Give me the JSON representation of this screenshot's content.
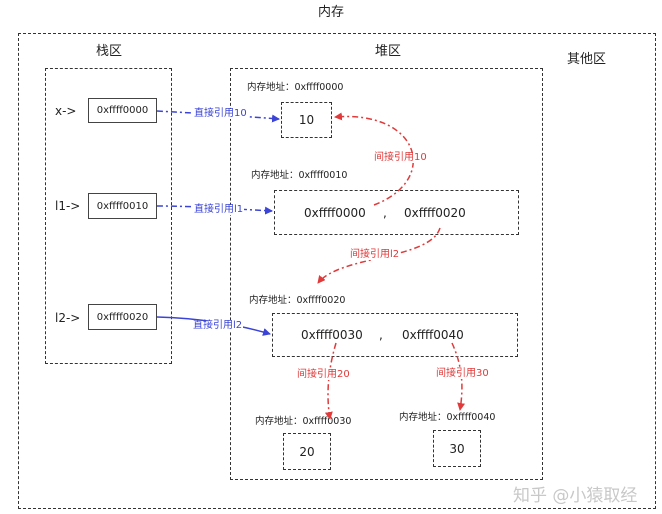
{
  "title": "内存",
  "regions": {
    "stack": "栈区",
    "heap": "堆区",
    "other": "其他区"
  },
  "stack_vars": [
    {
      "name": "x->",
      "addr": "0xffff0000"
    },
    {
      "name": "l1->",
      "addr": "0xffff0010"
    },
    {
      "name": "l2->",
      "addr": "0xffff0020"
    }
  ],
  "heap_objects": {
    "obj0": {
      "addr_label": "内存地址：0xffff0000",
      "value": "10"
    },
    "obj1": {
      "addr_label": "内存地址：0xffff0010",
      "v1": "0xffff0000",
      "sep": ",",
      "v2": "0xffff0020"
    },
    "obj2": {
      "addr_label": "内存地址：0xffff0020",
      "v1": "0xffff0030",
      "sep": ",",
      "v2": "0xffff0040"
    },
    "obj3": {
      "addr_label": "内存地址：0xffff0030",
      "value": "20"
    },
    "obj4": {
      "addr_label": "内存地址：0xffff0040",
      "value": "30"
    }
  },
  "direct_refs": [
    "直接引用10",
    "直接引用l1",
    "直接引用l2"
  ],
  "indirect_refs": [
    "间接引用10",
    "间接引用l2",
    "间接引用20",
    "间接引用30"
  ],
  "colors": {
    "direct": "#3b44d6",
    "indirect": "#e03a3a",
    "border": "#333333"
  },
  "watermark": "知乎 @小猿取经"
}
